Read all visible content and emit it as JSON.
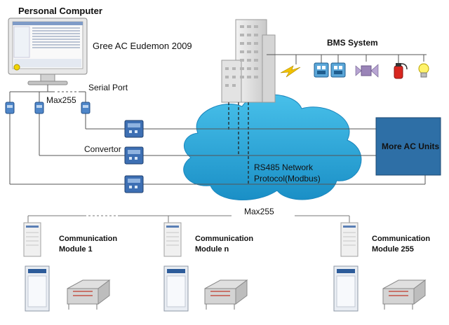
{
  "diagram": {
    "pc_title": "Personal Computer",
    "software_label": "Gree AC Eudemon 2009",
    "serial_port_label": "Serial Port",
    "max_top": "Max255",
    "convertor_label": "Convertor",
    "bms_title": "BMS System",
    "more_units_label": "More AC Units",
    "network_line1": "RS485 Network",
    "network_line2": "Protocol(Modbus)",
    "max_bottom": "Max255",
    "modules": [
      {
        "line1": "Communication",
        "line2": "Module 1"
      },
      {
        "line1": "Communication",
        "line2": "Module n"
      },
      {
        "line1": "Communication",
        "line2": "Module 255"
      }
    ],
    "bms_icons": [
      "lightning-icon",
      "control-panel-icon",
      "control-panel-icon",
      "fan-icon",
      "fire-extinguisher-icon",
      "light-bulb-icon"
    ],
    "colors": {
      "cloud": "#2aa7d8",
      "more_units_box": "#2e6fa6",
      "line": "#555555"
    }
  }
}
